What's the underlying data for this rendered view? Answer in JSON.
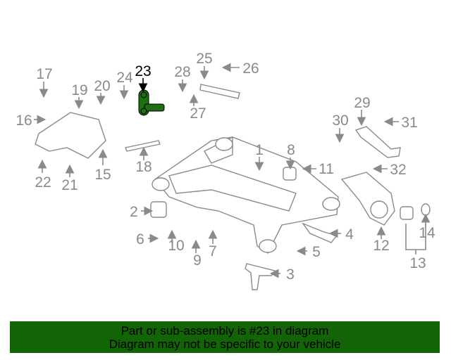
{
  "diagram": {
    "highlight_callout": "23",
    "highlight_color": "#1f6e12",
    "callouts": [
      "17",
      "19",
      "20",
      "24",
      "23",
      "28",
      "25",
      "26",
      "27",
      "16",
      "29",
      "30",
      "31",
      "8",
      "1",
      "11",
      "32",
      "22",
      "21",
      "15",
      "18",
      "2",
      "6",
      "10",
      "9",
      "7",
      "4",
      "5",
      "12",
      "14",
      "13",
      "3"
    ]
  },
  "banner": {
    "line1": "Part or sub-assembly is #23 in diagram",
    "line2": "Diagram may not be specific to your vehicle",
    "background": "#136307"
  }
}
